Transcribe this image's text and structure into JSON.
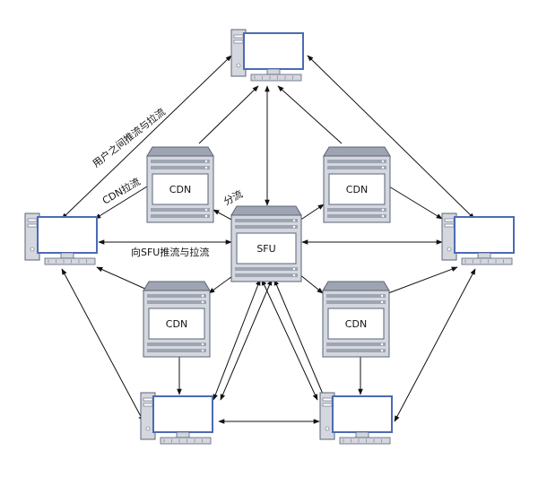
{
  "nodes": {
    "sfu": {
      "label": "SFU",
      "type": "server"
    },
    "cdn_top_left": {
      "label": "CDN",
      "type": "server"
    },
    "cdn_top_right": {
      "label": "CDN",
      "type": "server"
    },
    "cdn_bottom_left": {
      "label": "CDN",
      "type": "server"
    },
    "cdn_bottom_right": {
      "label": "CDN",
      "type": "server"
    },
    "computer_top": {
      "label": "",
      "type": "computer"
    },
    "computer_left": {
      "label": "",
      "type": "computer"
    },
    "computer_right": {
      "label": "",
      "type": "computer"
    },
    "computer_bottom_left": {
      "label": "",
      "type": "computer"
    },
    "computer_bottom_right": {
      "label": "",
      "type": "computer"
    }
  },
  "edge_labels": {
    "user_push_pull": "用户之间推流与拉流",
    "cdn_pull": "CDN拉流",
    "distribute": "分流",
    "sfu_push_pull": "向SFU推流与拉流"
  },
  "colors": {
    "server_body": "#d4d7de",
    "server_stripe": "#9ea4b1",
    "server_border": "#5a6478",
    "screen_border": "#4a6bb5",
    "screen_fill": "#ffffff",
    "tower_fill": "#d4d7de",
    "edge": "#111111"
  }
}
